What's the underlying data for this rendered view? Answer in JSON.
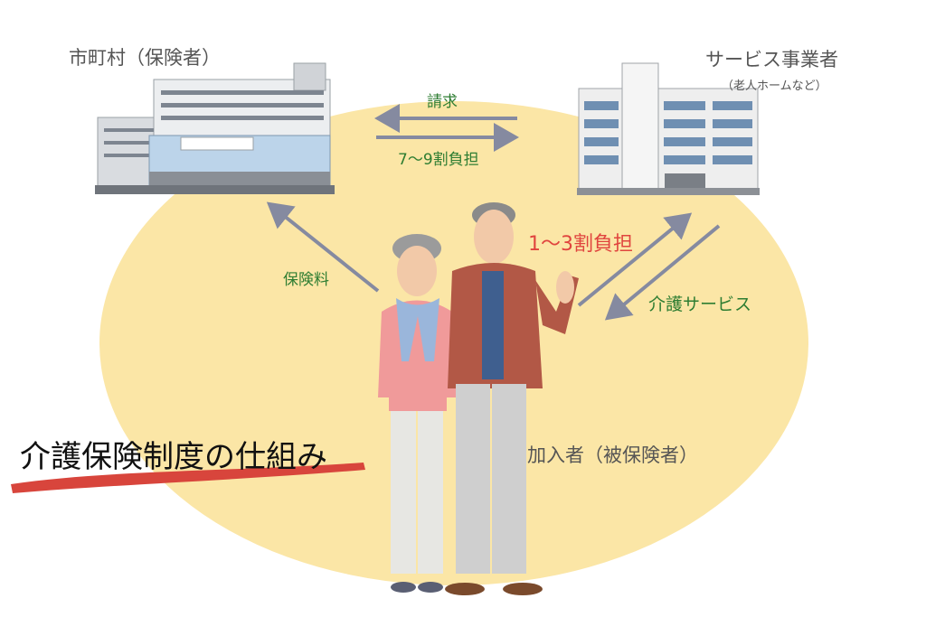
{
  "parties": {
    "municipality": {
      "label": "市町村（保険者）"
    },
    "provider": {
      "label": "サービス事業者",
      "sublabel": "（老人ホームなど）"
    },
    "insured": {
      "label": "加入者（被保険者）"
    }
  },
  "flows": {
    "claim": "請求",
    "payment_share": "7～9割負担",
    "premium": "保険料",
    "user_share": "1～3割負担",
    "care_service": "介護サービス"
  },
  "title": "介護保険制度の仕組み",
  "colors": {
    "ellipse": "#fbe6a6",
    "arrow": "#858aa0",
    "flow_text": "#2e7d32",
    "highlight_text": "#e0443e",
    "title_underline": "#d8453c"
  }
}
